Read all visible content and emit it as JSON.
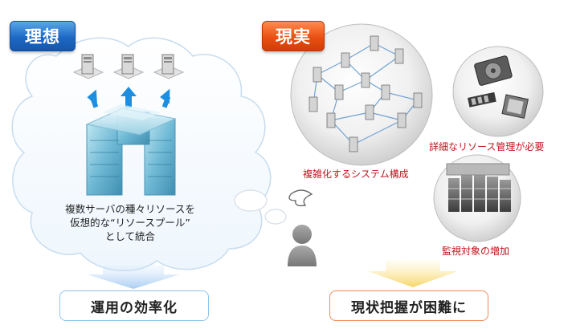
{
  "ideal": {
    "tab_label": "理想",
    "description_lines": [
      "複数サーバの種々リソースを",
      "仮想的な“リソースプール”",
      "として統合"
    ],
    "result_label": "運用の効率化"
  },
  "reality": {
    "tab_label": "現実",
    "network_caption": "複雑化するシステム構成",
    "hardware_caption": "詳細なリソース管理が必要",
    "datacenter_caption": "監視対象の増加",
    "result_label": "現状把握が困難に"
  },
  "colors": {
    "ideal_accent": "#1d68c4",
    "reality_accent": "#ea4f13",
    "caption_red": "#c0131b"
  }
}
